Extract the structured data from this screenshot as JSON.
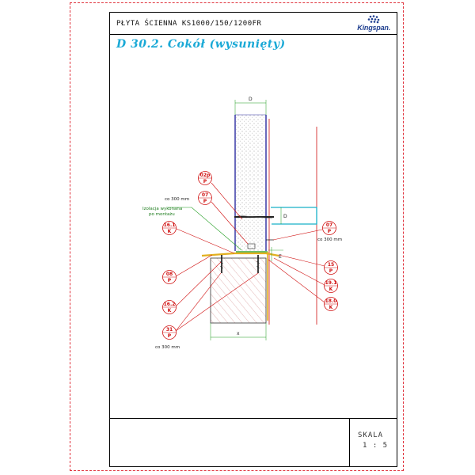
{
  "sheet": {
    "title": "PŁYTA ŚCIENNA KS1000/150/1200FR",
    "brand": "Kingspan.",
    "detail_title": "D  30.2.  Cokół (wysunięty)",
    "scale_label": "SKALA",
    "scale_value": "1 : 5"
  },
  "colors": {
    "title_blue": "#1aa9d6",
    "callout_red": "#d01010",
    "panel_blue": "#2a2aa0",
    "flashing_green": "#1a9a1a",
    "foundation_hatch": "#c03030",
    "wall_red": "#d01010",
    "profile_yellow": "#e2b020",
    "bracket_cyan": "#18b0c8"
  },
  "callouts": {
    "c02p": {
      "top": "02p",
      "bottom": "P"
    },
    "c07a": {
      "top": "07",
      "bottom": "P"
    },
    "c161": {
      "top": "16.1",
      "bottom": "K"
    },
    "c08": {
      "top": "08",
      "bottom": "P"
    },
    "c162": {
      "top": "16.2",
      "bottom": "K"
    },
    "c31": {
      "top": "31",
      "bottom": "P"
    },
    "c07b": {
      "top": "07",
      "bottom": "P"
    },
    "c15": {
      "top": "15",
      "bottom": "P"
    },
    "c191": {
      "top": "19.1",
      "bottom": "K"
    },
    "c180": {
      "top": "18.0",
      "bottom": "K"
    }
  },
  "notes": {
    "co300_a": "co 300 mm",
    "izolacja_1": "Izolacja wykonana",
    "izolacja_2": "po montażu",
    "co300_b": "co 300 mm",
    "co300_c": "co 300 mm"
  },
  "dimensions": {
    "panel_width": "D",
    "bracket": "D",
    "foundation_width": "x",
    "offset": "E"
  }
}
